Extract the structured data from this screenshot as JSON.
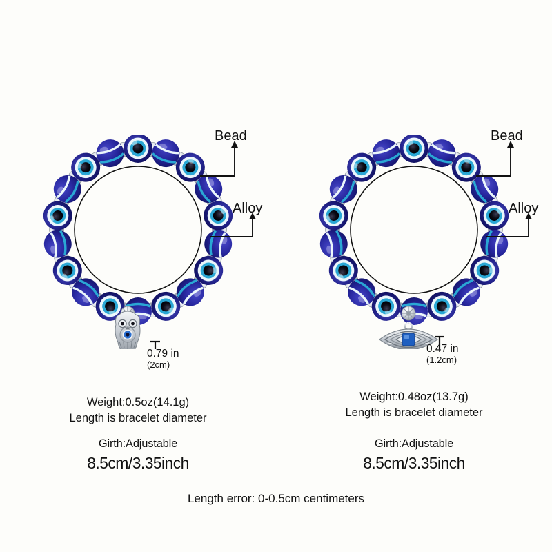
{
  "background_color": "#fdfdfa",
  "palette": {
    "bead_navy": "#1b1b72",
    "bead_blue": "#2a2aa0",
    "bead_cyan": "#2aa7d4",
    "bead_white": "#eaf6fb",
    "bead_pupil": "#07070f",
    "alloy_silver": "#b9bfc6",
    "alloy_highlight": "#f2f4f6",
    "line_black": "#111111"
  },
  "footer": {
    "note": "Length error: 0-0.5cm centimeters"
  },
  "bracelets": [
    {
      "id": "owl-bracelet",
      "girth": {
        "label": "Girth:Adjustable",
        "value": "8.5cm/3.35inch"
      },
      "callouts": [
        {
          "name": "bead",
          "label": "Bead"
        },
        {
          "name": "alloy",
          "label": "Alloy"
        }
      ],
      "charm": {
        "name": "owl-charm",
        "type": "owl",
        "dimension_in": "0.79 in",
        "dimension_cm": "(2cm)"
      },
      "weight": "Weight:0.5oz(14.1g)",
      "length_note": "Length is bracelet diameter"
    },
    {
      "id": "eye-bracelet",
      "girth": {
        "label": "Girth:Adjustable",
        "value": "8.5cm/3.35inch"
      },
      "callouts": [
        {
          "name": "bead",
          "label": "Bead"
        },
        {
          "name": "alloy",
          "label": "Alloy"
        }
      ],
      "charm": {
        "name": "evil-eye-charm",
        "type": "eye",
        "dimension_in": "0.47 in",
        "dimension_cm": "(1.2cm)"
      },
      "weight": "Weight:0.48oz(13.7g)",
      "length_note": "Length is bracelet diameter"
    }
  ]
}
